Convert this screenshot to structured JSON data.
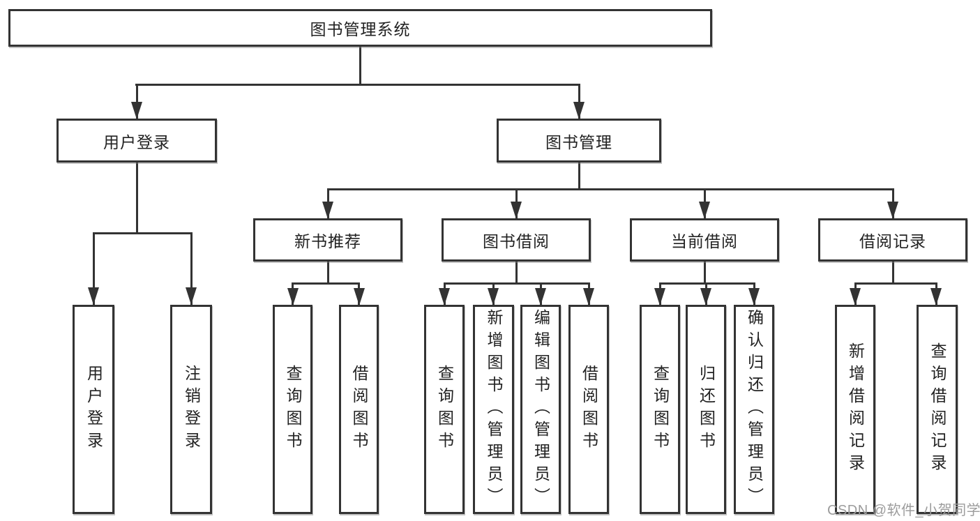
{
  "diagram": {
    "root": {
      "label": "图书管理系统"
    },
    "level2": [
      {
        "label": "用户登录"
      },
      {
        "label": "图书管理"
      }
    ],
    "level3": [
      {
        "label": "新书推荐"
      },
      {
        "label": "图书借阅"
      },
      {
        "label": "当前借阅"
      },
      {
        "label": "借阅记录"
      }
    ],
    "leaves": {
      "user_login": [
        "用户登录",
        "注销登录"
      ],
      "new_book": [
        "查询图书",
        "借阅图书"
      ],
      "book_borrow": [
        "查询图书",
        "新增图书（管理员）",
        "编辑图书（管理员）",
        "借阅图书"
      ],
      "current_borrow": [
        "查询图书",
        "归还图书",
        "确认归还（管理员）"
      ],
      "borrow_records": [
        "新增借阅记录",
        "查询借阅记录"
      ]
    }
  },
  "watermark": {
    "text": "CSDN @软件_小贺同学",
    "color": "#9c9c9c"
  },
  "colors": {
    "line": "#333333",
    "box_border": "#333333",
    "box_fill": "#ffffff",
    "text": "#222222",
    "background": "#ffffff"
  }
}
